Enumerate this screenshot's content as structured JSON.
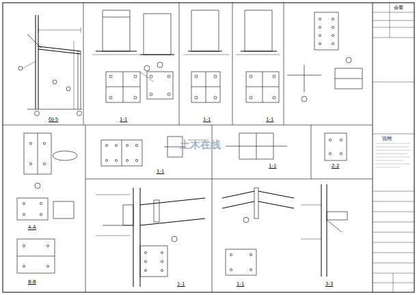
{
  "diagram": {
    "labels": [
      "会签",
      "GJ-5",
      "1-1",
      "1-1",
      "1-1",
      "A-A",
      "B-B",
      "1-1",
      "1-1",
      "2-2",
      "1-1",
      "1-1",
      "3-3",
      "说明",
      "土木在线"
    ]
  }
}
